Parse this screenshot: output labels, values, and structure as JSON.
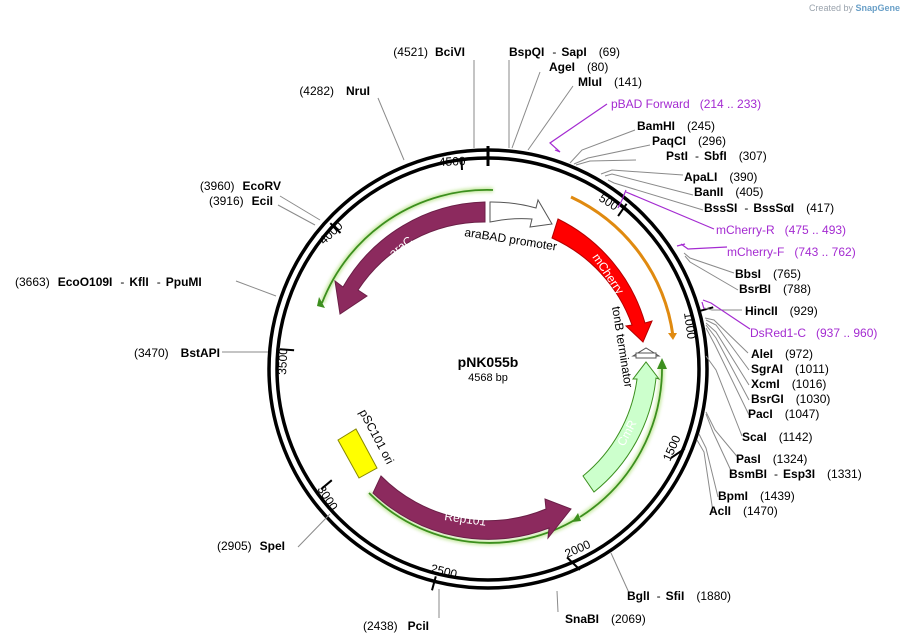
{
  "badge": {
    "prefix": "Created by",
    "brand": "SnapGene"
  },
  "plasmid": {
    "name": "pNK055b",
    "length_label": "4568 bp",
    "length": 4568
  },
  "ticks": [
    "1000",
    "1500",
    "2000",
    "2500",
    "3000",
    "3500",
    "4000",
    "4500",
    "500"
  ],
  "features": [
    {
      "name": "araC",
      "color": "#8c2a5e",
      "label_color": "#ffffff"
    },
    {
      "name": "araBAD promoter",
      "color": "#ffffff",
      "label_color": "#000000"
    },
    {
      "name": "mCherry",
      "color": "#ff0000",
      "label_color": "#ffffff"
    },
    {
      "name": "tonB terminator",
      "color": "#ffffff",
      "label_color": "#000000"
    },
    {
      "name": "CmR",
      "color": "#ccffcc",
      "label_color": "#000000"
    },
    {
      "name": "Rep101",
      "color": "#8c2a5e",
      "label_color": "#ffffff"
    },
    {
      "name": "pSC101 ori",
      "color": "#ffff00",
      "label_color": "#000000"
    }
  ],
  "enzymes": [
    {
      "name": "BciVI",
      "pos": "(4521)"
    },
    {
      "name": "BspQI",
      "sep": "-",
      "name2": "SapI",
      "pos": "(69)"
    },
    {
      "name": "AgeI",
      "pos": "(80)"
    },
    {
      "name": "MluI",
      "pos": "(141)"
    },
    {
      "name": "NruI",
      "pos": "(4282)"
    },
    {
      "name": "BamHI",
      "pos": "(245)"
    },
    {
      "name": "PaqCI",
      "pos": "(296)"
    },
    {
      "name": "PstI",
      "sep": "-",
      "name2": "SbfI",
      "pos": "(307)"
    },
    {
      "name": "ApaLI",
      "pos": "(390)"
    },
    {
      "name": "BanII",
      "pos": "(405)"
    },
    {
      "name": "BssSI",
      "sep": "-",
      "name2": "BssSαI",
      "pos": "(417)"
    },
    {
      "name": "EcoRV",
      "pos": "(3960)"
    },
    {
      "name": "EciI",
      "pos": "(3916)"
    },
    {
      "name": "BbsI",
      "pos": "(765)"
    },
    {
      "name": "BsrBI",
      "pos": "(788)"
    },
    {
      "name": "EcoO109I",
      "sep": "-",
      "name2": "KflI",
      "sep2": "-",
      "name3": "PpuMI",
      "pos": "(3663)"
    },
    {
      "name": "HincII",
      "pos": "(929)"
    },
    {
      "name": "BstAPI",
      "pos": "(3470)"
    },
    {
      "name": "AleI",
      "pos": "(972)"
    },
    {
      "name": "SgrAI",
      "pos": "(1011)"
    },
    {
      "name": "XcmI",
      "pos": "(1016)"
    },
    {
      "name": "BsrGI",
      "pos": "(1030)"
    },
    {
      "name": "PacI",
      "pos": "(1047)"
    },
    {
      "name": "ScaI",
      "pos": "(1142)"
    },
    {
      "name": "PasI",
      "pos": "(1324)"
    },
    {
      "name": "BsmBI",
      "sep": "-",
      "name2": "Esp3I",
      "pos": "(1331)"
    },
    {
      "name": "BpmI",
      "pos": "(1439)"
    },
    {
      "name": "AclI",
      "pos": "(1470)"
    },
    {
      "name": "SpeI",
      "pos": "(2905)"
    },
    {
      "name": "BglI",
      "sep": "-",
      "name2": "SfiI",
      "pos": "(1880)"
    },
    {
      "name": "SnaBI",
      "pos": "(2069)"
    },
    {
      "name": "PciI",
      "pos": "(2438)"
    }
  ],
  "primers": [
    {
      "name": "pBAD Forward",
      "pos": "(214 .. 233)"
    },
    {
      "name": "mCherry-R",
      "pos": "(475 .. 493)"
    },
    {
      "name": "mCherry-F",
      "pos": "(743 .. 762)"
    },
    {
      "name": "DsRed1-C",
      "pos": "(937 .. 960)"
    }
  ],
  "colors": {
    "backbone": "#000000",
    "primer": "#a42bd1",
    "guide": "#8a8a8a",
    "ori_arrow": "#8dc63f",
    "mcherry_arc": "#f0a030"
  }
}
